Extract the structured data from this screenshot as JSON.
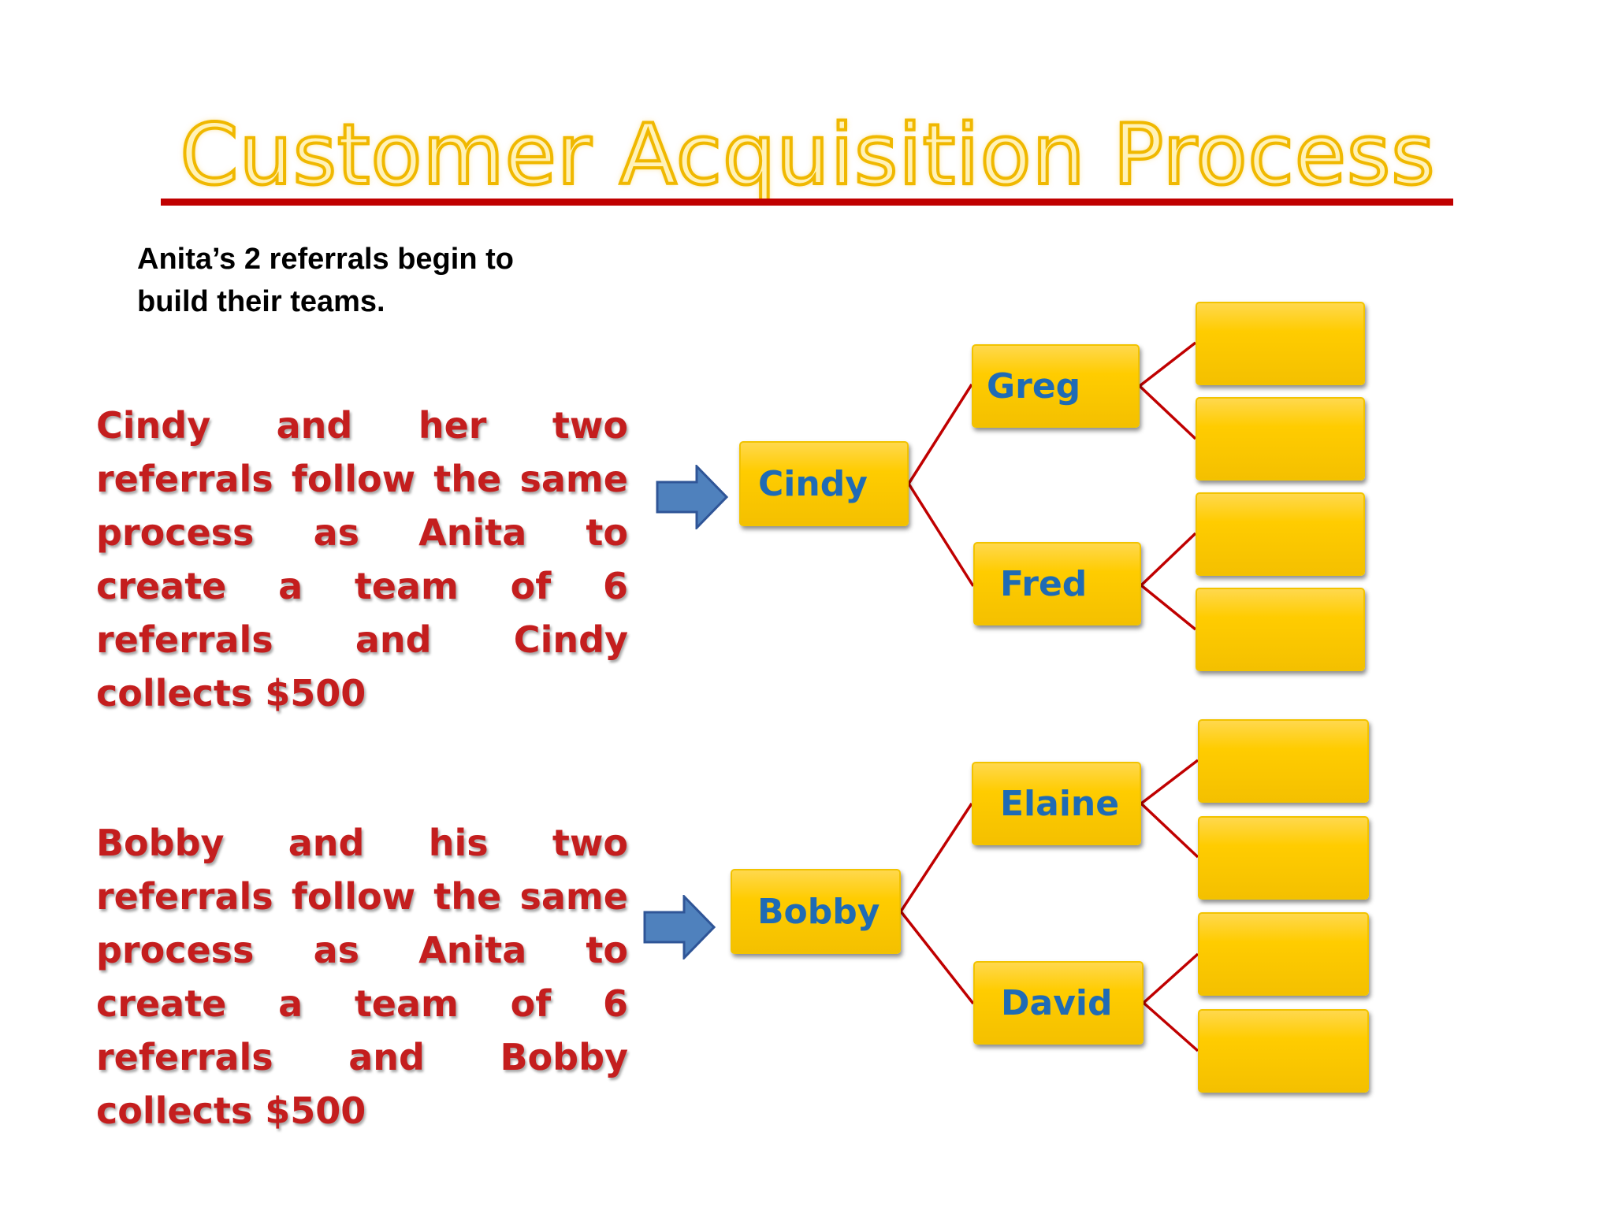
{
  "title": "Customer Acquisition Process",
  "subtitle": {
    "line1": "Anita’s 2 referrals begin to",
    "line2": "build their teams."
  },
  "descriptions": {
    "cindy": "Cindy and her two referrals follow the same process as Anita to create a team of 6 referrals and Cindy collects $500",
    "bobby": "Bobby and his two referrals follow the same process as Anita to create a team of 6 referrals and Bobby collects $500"
  },
  "nodes": {
    "cindy": "Cindy",
    "greg": "Greg",
    "fred": "Fred",
    "bobby": "Bobby",
    "elaine": "Elaine",
    "david": "David"
  },
  "empty_leaf_boxes_per_tree": 4,
  "colors": {
    "title_fill": "#fff2b8",
    "title_outline": "#f0b800",
    "rule": "#c00000",
    "description_text": "#c41e1e",
    "node_fill": "#ffcc00",
    "node_text": "#1f6bb5",
    "connector": "#c00000",
    "arrow_fill": "#4f81bd",
    "arrow_stroke": "#2f5597"
  },
  "icons": [
    "right-arrow-icon"
  ]
}
